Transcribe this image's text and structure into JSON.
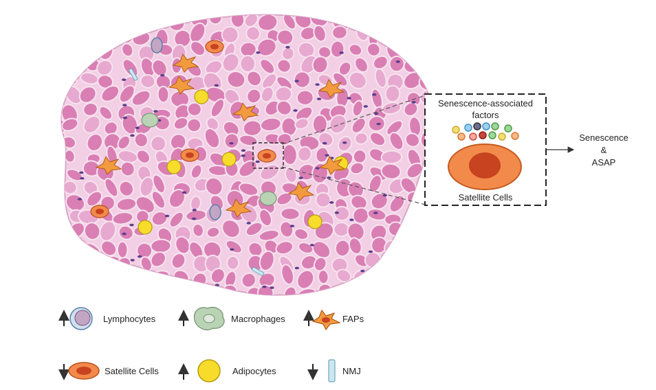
{
  "zoom_box": {
    "title_line1": "Senescence-associated",
    "title_line2": "factors",
    "cell_label": "Satellite Cells"
  },
  "outcome": {
    "line1": "Senescence",
    "line2": "&",
    "line3": "ASAP"
  },
  "legend": [
    {
      "label": "Lymphocytes",
      "trend": "up",
      "icon": "lymphocyte-icon"
    },
    {
      "label": "Macrophages",
      "trend": "up",
      "icon": "macrophage-icon"
    },
    {
      "label": "FAPs",
      "trend": "up",
      "icon": "fap-icon"
    },
    {
      "label": "Satellite Cells",
      "trend": "down",
      "icon": "satellite-cell-icon"
    },
    {
      "label": "Adipocytes",
      "trend": "up",
      "icon": "adipocyte-icon"
    },
    {
      "label": "NMJ",
      "trend": "down",
      "icon": "nmj-icon"
    }
  ],
  "colors": {
    "tissue_bg": "#f2cfe4",
    "fiber": "#d97fb4",
    "fiber_light": "#e7a9cf",
    "nucleus": "#5a3d8c",
    "satellite_outer": "#f28a4b",
    "satellite_inner": "#c8431f",
    "adipocyte": "#f7dc2b",
    "macrophage": "#b9d3b4",
    "lymphocyte": "#c2a6c4",
    "nmj": "#cde7ef"
  }
}
